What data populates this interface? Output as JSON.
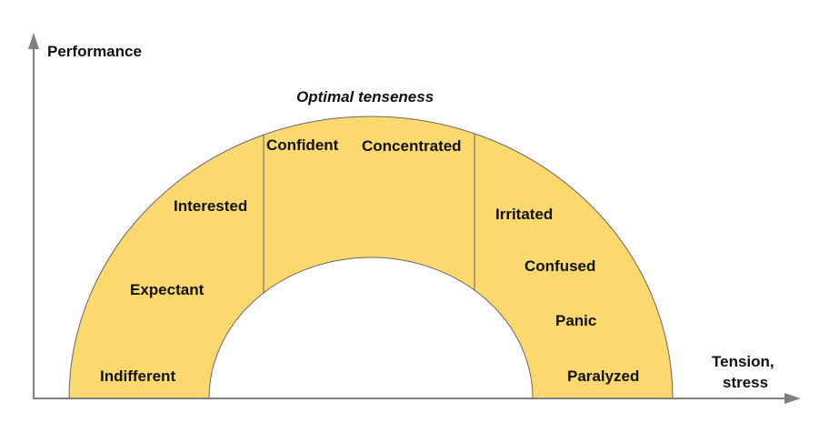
{
  "diagram": {
    "y_axis_label": "Performance",
    "x_axis_label_line1": "Tension,",
    "x_axis_label_line2": "stress",
    "optimal_label": "Optimal tenseness",
    "states": {
      "indifferent": "Indifferent",
      "expectant": "Expectant",
      "interested": "Interested",
      "confident": "Confident",
      "concentrated": "Concentrated",
      "irritated": "Irritated",
      "confused": "Confused",
      "panic": "Panic",
      "paralyzed": "Paralyzed"
    },
    "colors": {
      "arch_fill": "#FCD96E",
      "lines": "#666666",
      "axes": "#808080"
    }
  }
}
